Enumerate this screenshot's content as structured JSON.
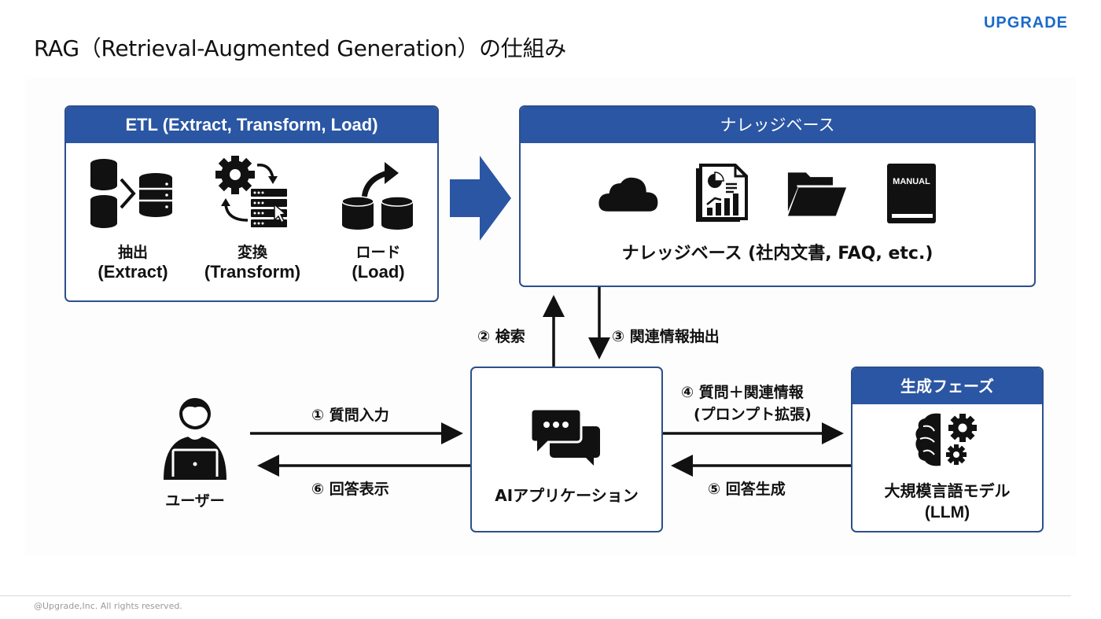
{
  "brand": "UPGRADE",
  "title": "RAG（Retrieval-Augmented Generation）の仕組み",
  "colors": {
    "primary_blue": "#2a56a3",
    "brand_blue": "#1a6ac9",
    "border": "#2c4f8c"
  },
  "etl": {
    "header": "ETL (Extract, Transform, Load)",
    "items": [
      {
        "icon": "database-extract-icon",
        "jp": "抽出",
        "en": "(Extract)"
      },
      {
        "icon": "gear-server-transform-icon",
        "jp": "変換",
        "en": "(Transform)"
      },
      {
        "icon": "database-load-icon",
        "jp": "ロード",
        "en": "(Load)"
      }
    ]
  },
  "knowledge_base": {
    "header": "ナレッジベース",
    "icons": [
      "cloud-icon",
      "report-document-icon",
      "folder-icon",
      "manual-book-icon"
    ],
    "manual_text": "MANUAL",
    "caption": "ナレッジベース (社内文書, FAQ, etc.)"
  },
  "user": {
    "label": "ユーザー"
  },
  "app": {
    "label": "AIアプリケーション"
  },
  "generation": {
    "header": "生成フェーズ",
    "label": "大規模言語モデル",
    "sub": "(LLM)"
  },
  "flows": {
    "step1": "① 質問入力",
    "step2": "② 検索",
    "step3": "③ 関連情報抽出",
    "step4_line1": "④ 質問＋関連情報",
    "step4_line2": "(プロンプト拡張)",
    "step5": "⑤ 回答生成",
    "step6": "⑥ 回答表示"
  },
  "footer": {
    "copyright": "@Upgrade,Inc. All rights reserved."
  }
}
